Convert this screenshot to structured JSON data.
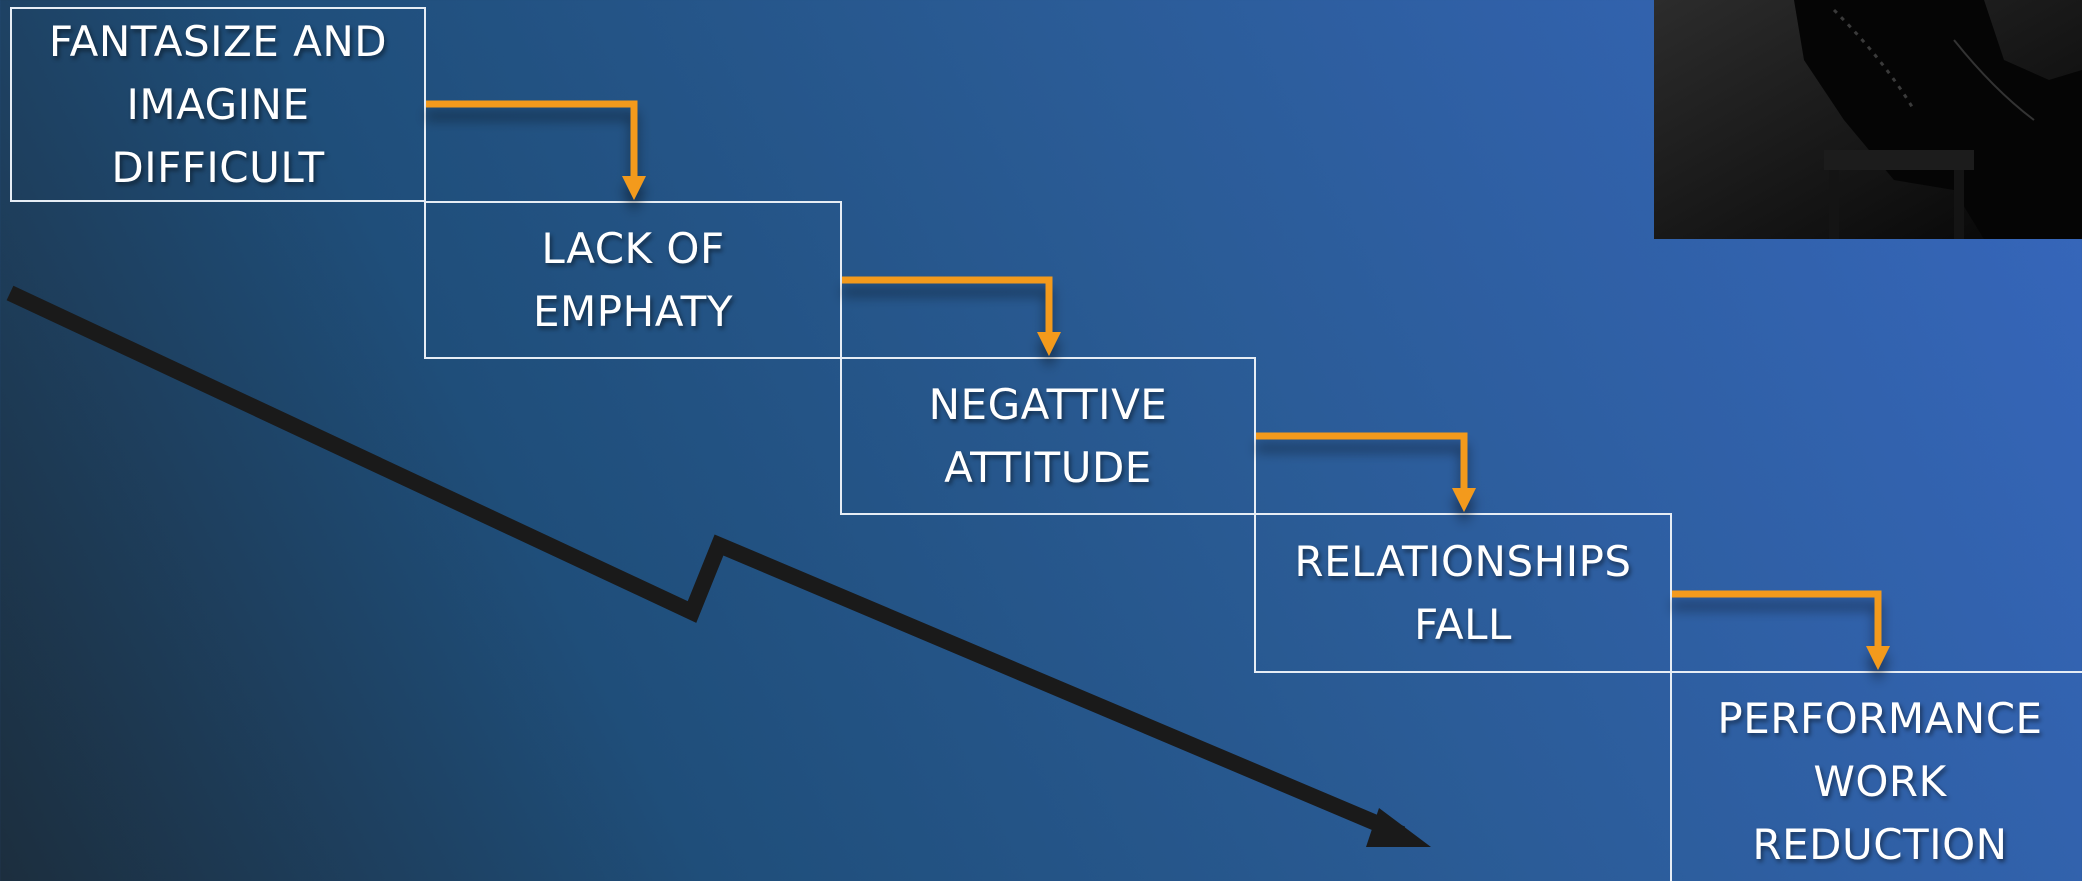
{
  "steps": [
    {
      "text": "FANTASIZE AND\nIMAGINE\nDIFFICULT"
    },
    {
      "text": "LACK OF\nEMPHATY"
    },
    {
      "text": "NEGATTIVE\nATTITUDE"
    },
    {
      "text": "RELATIONSHIPS\nFALL"
    },
    {
      "text": "PERFORMANCE\nWORK\nREDUCTION"
    }
  ],
  "colors": {
    "connector": "#f39a1c",
    "border": "#e6edf5",
    "trend_arrow": "#1a1a1a"
  },
  "icons": {
    "connector": "orange-elbow-arrow",
    "trend": "zigzag-down-arrow",
    "photo": "person-seated-photo"
  }
}
